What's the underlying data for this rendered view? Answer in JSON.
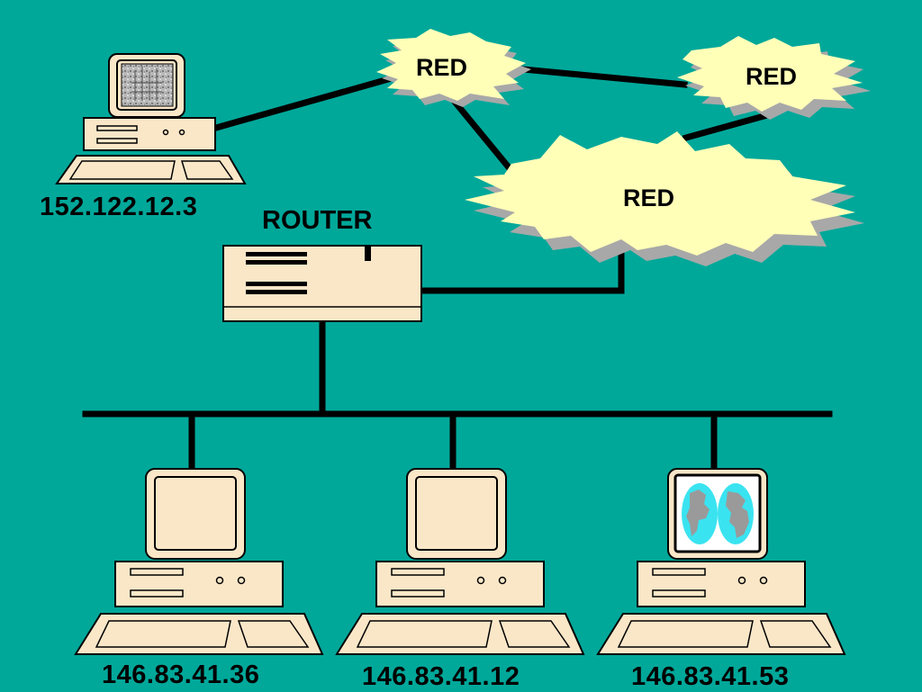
{
  "colors": {
    "background": "#00A89A",
    "device_fill": "#FAE7C8",
    "cloud_fill": "#FFFFB8",
    "cloud_shadow": "#A8A8A8",
    "line": "#000000",
    "globe": "#3AE3F0"
  },
  "top_host": {
    "ip": "152.122.12.3",
    "screen_icon": "cityscape-image"
  },
  "router": {
    "label": "ROUTER"
  },
  "clouds": [
    {
      "label": "RED"
    },
    {
      "label": "RED"
    },
    {
      "label": "RED"
    }
  ],
  "lan_hosts": [
    {
      "ip": "146.83.41.36",
      "screen_icon": "blank-screen"
    },
    {
      "ip": "146.83.41.12",
      "screen_icon": "blank-screen"
    },
    {
      "ip": "146.83.41.53",
      "screen_icon": "world-map-globe-icon"
    }
  ]
}
